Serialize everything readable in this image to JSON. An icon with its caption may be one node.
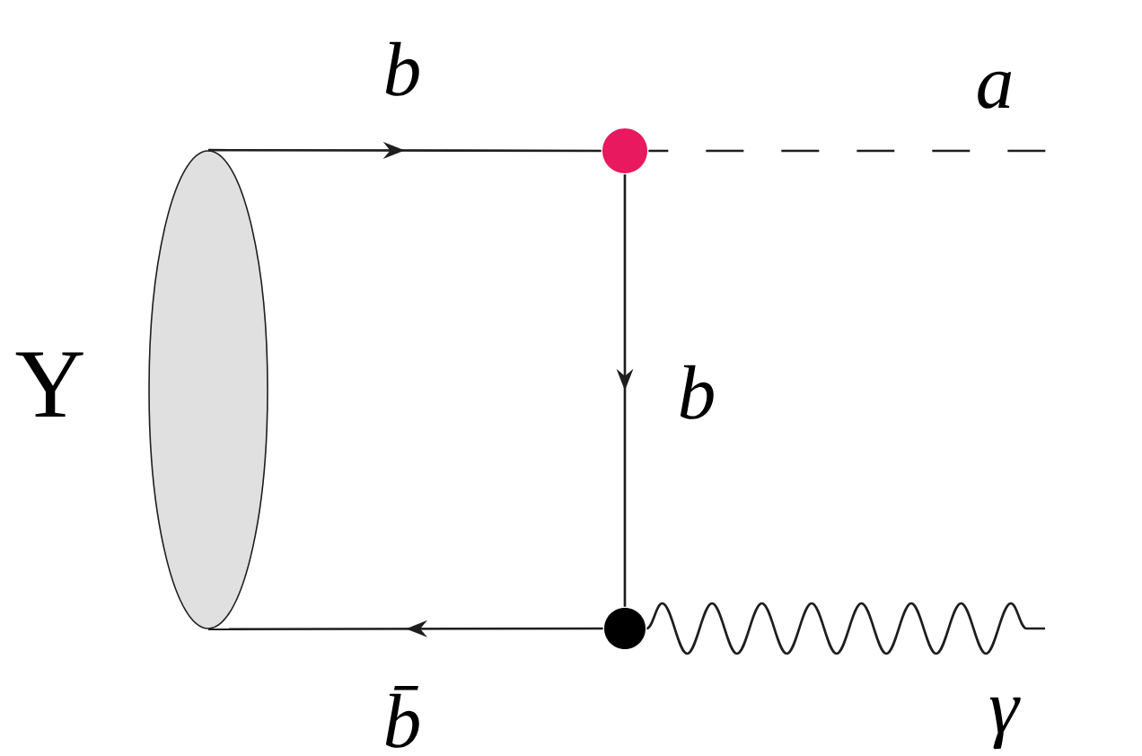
{
  "diagram": {
    "nodes": [
      {
        "text": [],
        "shape": "ellipse",
        "beside": [
          "Υ"
        ]
      },
      {
        "text": [],
        "shape": "circle"
      },
      {
        "text": [],
        "shape": "circle"
      }
    ],
    "edges": [
      {
        "from": 0,
        "to": 1,
        "arrow": "to",
        "label": "b"
      },
      {
        "from": 1,
        "to": null,
        "arrow": "none",
        "style": "dashed",
        "label": "a"
      },
      {
        "from": 1,
        "to": 2,
        "arrow": "to",
        "label": "b"
      },
      {
        "from": 2,
        "to": null,
        "arrow": "none",
        "label": "γ"
      },
      {
        "from": 2,
        "to": 0,
        "arrow": "to",
        "label": "b̄"
      }
    ]
  }
}
